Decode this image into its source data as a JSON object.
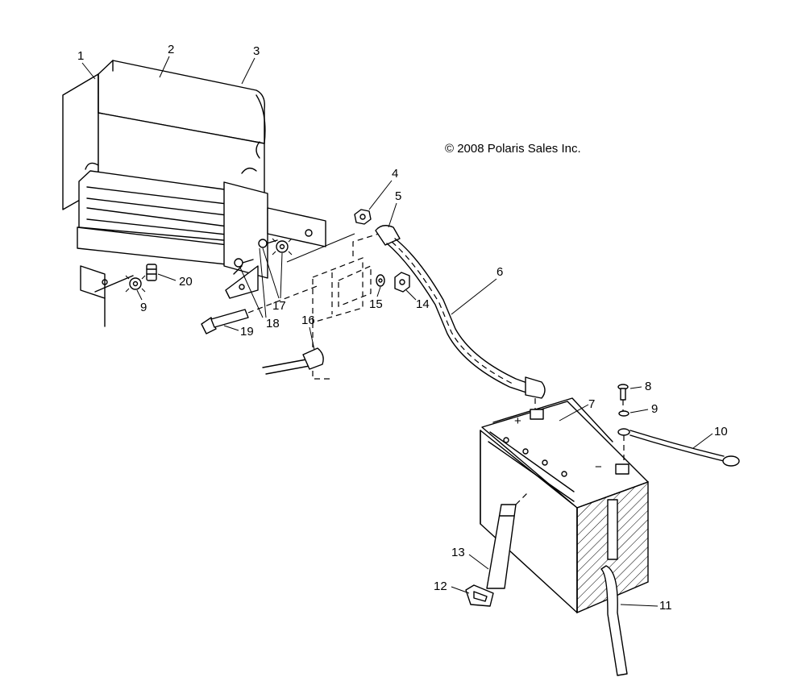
{
  "copyright": "© 2008 Polaris Sales Inc.",
  "callouts": {
    "c1": "1",
    "c2": "2",
    "c3": "3",
    "c4": "4",
    "c5": "5",
    "c6": "6",
    "c7": "7",
    "c8": "8",
    "c9a": "9",
    "c9b": "9",
    "c10": "10",
    "c11": "11",
    "c12": "12",
    "c13": "13",
    "c14": "14",
    "c15": "15",
    "c16": "16",
    "c17": "17",
    "c18": "18",
    "c19": "19",
    "c20": "20"
  },
  "terminals": {
    "positive": "+",
    "negative": "−"
  }
}
